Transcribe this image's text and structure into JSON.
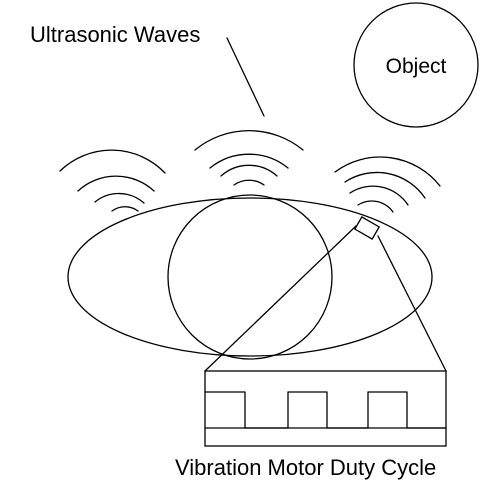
{
  "labels": {
    "waves": "Ultrasonic Waves",
    "object": "Object",
    "duty_cycle": "Vibration Motor Duty Cycle"
  },
  "colors": {
    "stroke": "#000000",
    "background": "#ffffff"
  }
}
